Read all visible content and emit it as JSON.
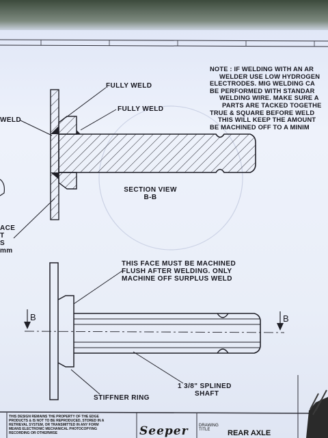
{
  "drawing": {
    "note_lines": [
      "NOTE : IF WELDING WITH AN AR",
      "WELDER USE LOW HYDROGEN",
      "ELECTRODES. MIG WELDING CA",
      "BE PERFORMED WITH STANDAR",
      "WELDING WIRE. MAKE SURE A",
      "PARTS ARE TACKED TOGETHE",
      "TRUE & SQUARE BEFORE WELD",
      "THIS WILL KEEP THE AMOUNT",
      "BE MACHINED OFF TO A MINIM"
    ],
    "labels": {
      "fully_weld_1": "FULLY WELD",
      "fully_weld_2": "FULLY WELD",
      "weld_left": "WELD",
      "section_title": "SECTION VIEW",
      "section_id": "B-B",
      "left_frag_1": "ACE",
      "left_frag_2": "T",
      "left_frag_3": "S",
      "left_frag_4": "mm",
      "machined_1": "THIS FACE MUST BE MACHINED",
      "machined_2": "FLUSH AFTER WELDING. ONLY",
      "machined_3": "MACHINE OFF SURPLUS WELD",
      "section_marker_left": "B",
      "section_marker_right": "B",
      "shaft_1": "1 3/8\" SPLINED",
      "shaft_2": "SHAFT",
      "stiffener": "STIFFNER RING"
    }
  },
  "title_block": {
    "copyright_lines": [
      "THIS DESIGN REMAINS THE PROPERTY OF THE EDGE",
      "PRODUCTS & IS NOT TO BE REPRODUCED, STORED IN A",
      "RETRIEVAL SYSTEM, OR TRANSMITTED IN ANY FORM",
      "MEANS ELECTRONIC MECHANICAL PHOTOCOPYING",
      "RECORDING OR OTHERWISE"
    ],
    "logo_text": "Seeper",
    "drawing_title_caption_1": "DRAWING",
    "drawing_title_caption_2": "TITLE",
    "drawing_title": "REAR AXLE"
  }
}
